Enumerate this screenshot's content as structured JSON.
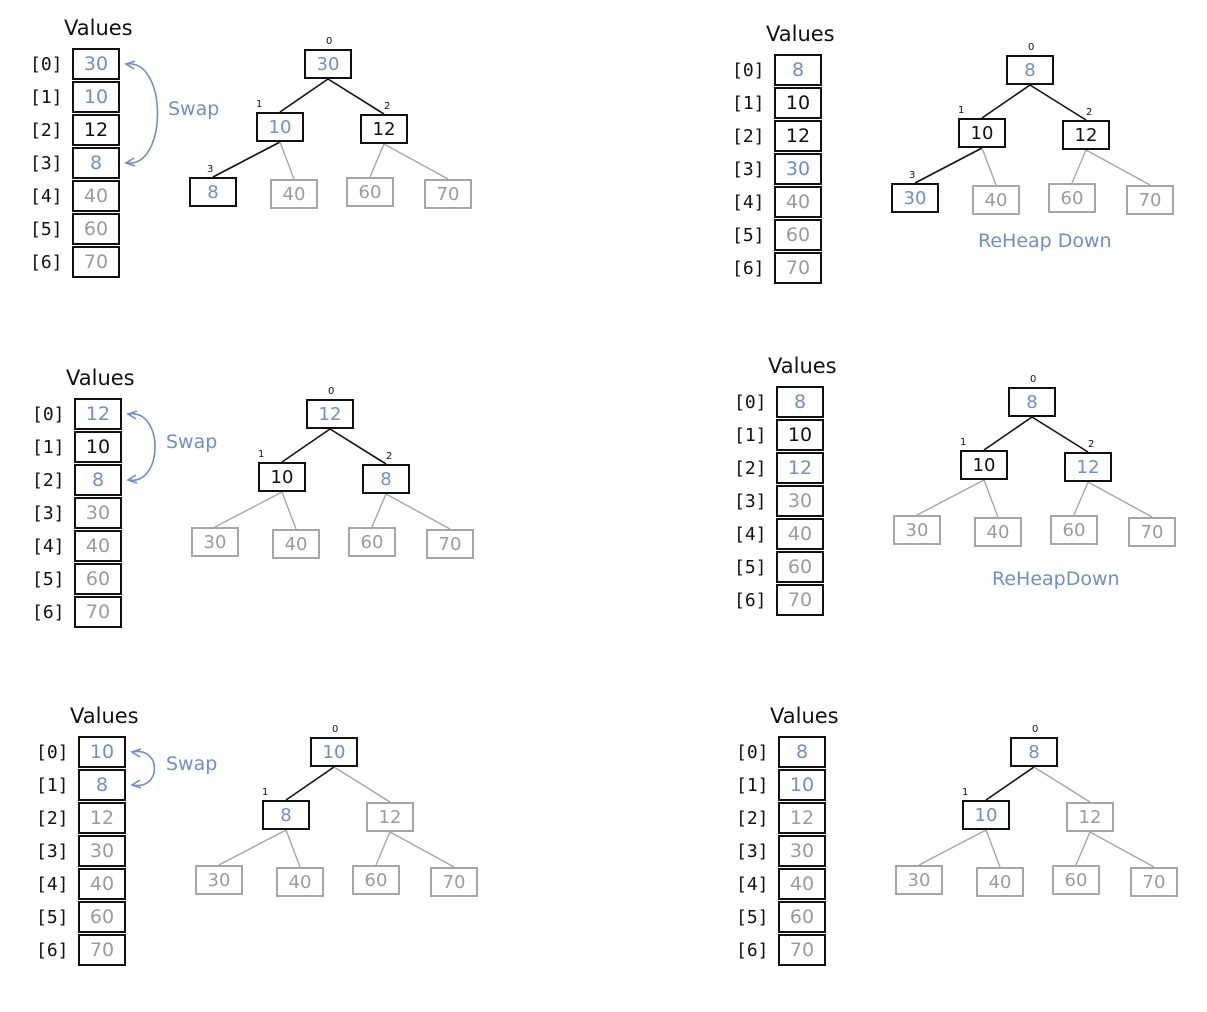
{
  "index_labels": [
    "[0]",
    "[1]",
    "[2]",
    "[3]",
    "[4]",
    "[5]",
    "[6]"
  ],
  "node_index_labels": [
    "0",
    "1",
    "2",
    "3"
  ],
  "colors": {
    "highlight": "#6f8fc6",
    "active": "#111111",
    "faded": "#9b9b9b"
  },
  "panels": [
    {
      "title": "Values",
      "values": [
        "30",
        "10",
        "12",
        "8",
        "40",
        "60",
        "70"
      ],
      "cell_styles": [
        "blue",
        "blue",
        "black",
        "blue",
        "gray",
        "gray",
        "gray"
      ],
      "node_styles": [
        "blue",
        "blue",
        "black",
        "blue",
        "gray",
        "gray",
        "gray"
      ],
      "active_nodes": [
        true,
        true,
        true,
        true,
        false,
        false,
        false
      ],
      "active_edges": [
        true,
        true,
        true,
        false,
        false,
        false
      ],
      "shown_node_indices": [
        true,
        true,
        true,
        true
      ],
      "annotation": "Swap",
      "annotation_kind": "swap",
      "swap_span": 3
    },
    {
      "title": "Values",
      "values": [
        "8",
        "10",
        "12",
        "30",
        "40",
        "60",
        "70"
      ],
      "cell_styles": [
        "blue",
        "black",
        "black",
        "blue",
        "gray",
        "gray",
        "gray"
      ],
      "node_styles": [
        "blue",
        "black",
        "black",
        "blue",
        "gray",
        "gray",
        "gray"
      ],
      "active_nodes": [
        true,
        true,
        true,
        true,
        false,
        false,
        false
      ],
      "active_edges": [
        true,
        true,
        true,
        false,
        false,
        false
      ],
      "shown_node_indices": [
        true,
        true,
        true,
        true
      ],
      "annotation": "ReHeap Down",
      "annotation_kind": "reheap",
      "swap_span": 0
    },
    {
      "title": "Values",
      "values": [
        "12",
        "10",
        "8",
        "30",
        "40",
        "60",
        "70"
      ],
      "cell_styles": [
        "blue",
        "black",
        "blue",
        "gray",
        "gray",
        "gray",
        "gray"
      ],
      "node_styles": [
        "blue",
        "black",
        "blue",
        "gray",
        "gray",
        "gray",
        "gray"
      ],
      "active_nodes": [
        true,
        true,
        true,
        false,
        false,
        false,
        false
      ],
      "active_edges": [
        true,
        true,
        false,
        false,
        false,
        false
      ],
      "shown_node_indices": [
        true,
        true,
        true,
        false
      ],
      "annotation": "Swap",
      "annotation_kind": "swap",
      "swap_span": 2
    },
    {
      "title": "Values",
      "values": [
        "8",
        "10",
        "12",
        "30",
        "40",
        "60",
        "70"
      ],
      "cell_styles": [
        "blue",
        "black",
        "blue",
        "gray",
        "gray",
        "gray",
        "gray"
      ],
      "node_styles": [
        "blue",
        "black",
        "blue",
        "gray",
        "gray",
        "gray",
        "gray"
      ],
      "active_nodes": [
        true,
        true,
        true,
        false,
        false,
        false,
        false
      ],
      "active_edges": [
        true,
        true,
        false,
        false,
        false,
        false
      ],
      "shown_node_indices": [
        true,
        true,
        true,
        false
      ],
      "annotation": "ReHeapDown",
      "annotation_kind": "reheap",
      "swap_span": 0
    },
    {
      "title": "Values",
      "values": [
        "10",
        "8",
        "12",
        "30",
        "40",
        "60",
        "70"
      ],
      "cell_styles": [
        "blue",
        "blue",
        "gray",
        "gray",
        "gray",
        "gray",
        "gray"
      ],
      "node_styles": [
        "blue",
        "blue",
        "gray",
        "gray",
        "gray",
        "gray",
        "gray"
      ],
      "active_nodes": [
        true,
        true,
        false,
        false,
        false,
        false,
        false
      ],
      "active_edges": [
        true,
        false,
        false,
        false,
        false,
        false
      ],
      "shown_node_indices": [
        true,
        true,
        false,
        false
      ],
      "annotation": "Swap",
      "annotation_kind": "swap",
      "swap_span": 1
    },
    {
      "title": "Values",
      "values": [
        "8",
        "10",
        "12",
        "30",
        "40",
        "60",
        "70"
      ],
      "cell_styles": [
        "blue",
        "blue",
        "gray",
        "gray",
        "gray",
        "gray",
        "gray"
      ],
      "node_styles": [
        "blue",
        "blue",
        "gray",
        "gray",
        "gray",
        "gray",
        "gray"
      ],
      "active_nodes": [
        true,
        true,
        false,
        false,
        false,
        false,
        false
      ],
      "active_edges": [
        true,
        false,
        false,
        false,
        false,
        false
      ],
      "shown_node_indices": [
        true,
        true,
        false,
        false
      ],
      "annotation": "",
      "annotation_kind": "none",
      "swap_span": 0
    }
  ]
}
